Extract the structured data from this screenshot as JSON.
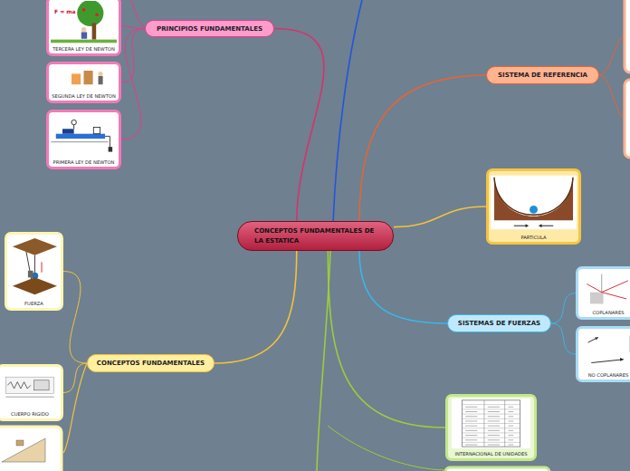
{
  "diagram": {
    "nodes": [
      {
        "text": [
          "CONCEPTOS FUNDAMENTALES DE LA ESTATICA"
        ]
      },
      {
        "text": [
          "PRINCIPIOS FUNDAMENTALES"
        ]
      },
      {
        "text": [
          "TERCERA LEY DE NEWTON"
        ]
      },
      {
        "text": [
          "SEGUNDA LEY DE NEWTON"
        ]
      },
      {
        "text": [
          "PRIMERA LEY DE NEWTON"
        ]
      },
      {
        "text": [
          "SISTEMA DE REFERENCIA"
        ]
      },
      {
        "text": [
          "PARTICULA"
        ]
      },
      {
        "text": [
          "SISTEMAS DE FUERZAS"
        ]
      },
      {
        "text": [
          "COPLANARES"
        ]
      },
      {
        "text": [
          "NO COPLANARES"
        ]
      },
      {
        "text": [
          "CONCEPTOS FUNDAMENTALES"
        ]
      },
      {
        "text": [
          "FUERZA"
        ]
      },
      {
        "text": [
          "CUERPO RIGIDO"
        ]
      },
      {
        "text": [
          "INTERNACIONAL DE UNIDADES"
        ]
      }
    ],
    "edges": [
      {
        "from": 0,
        "to": 1,
        "arrow": "none"
      },
      {
        "from": 1,
        "to": 2,
        "arrow": "none"
      },
      {
        "from": 1,
        "to": 3,
        "arrow": "none"
      },
      {
        "from": 1,
        "to": 4,
        "arrow": "none"
      },
      {
        "from": 0,
        "to": 5,
        "arrow": "none"
      },
      {
        "from": 0,
        "to": 6,
        "arrow": "none"
      },
      {
        "from": 0,
        "to": 7,
        "arrow": "none"
      },
      {
        "from": 7,
        "to": 8,
        "arrow": "none"
      },
      {
        "from": 7,
        "to": 9,
        "arrow": "none"
      },
      {
        "from": 0,
        "to": 10,
        "arrow": "none"
      },
      {
        "from": 10,
        "to": 11,
        "arrow": "none"
      },
      {
        "from": 10,
        "to": 12,
        "arrow": "none"
      },
      {
        "from": 0,
        "to": 13,
        "arrow": "none"
      }
    ],
    "labels": [
      "F = ma"
    ]
  }
}
